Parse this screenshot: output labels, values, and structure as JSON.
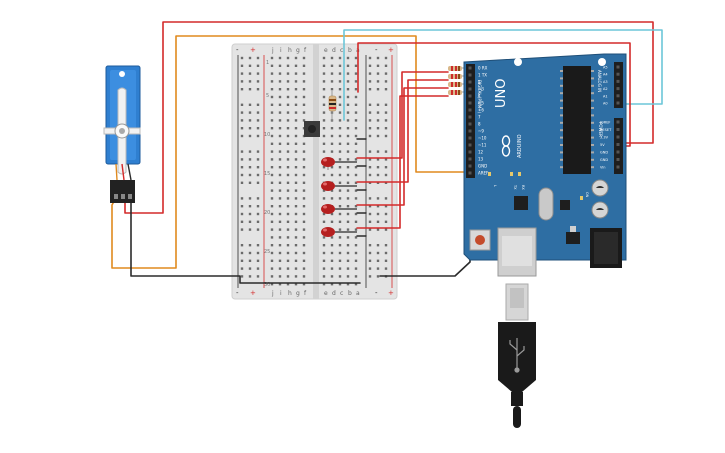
{
  "arduino": {
    "brand": "ARDUINO",
    "model": "UNO",
    "digital_header": "DIGITAL (PWM~)",
    "analog_header": "ANALOG IN",
    "power_header": "POWER",
    "digital_pins": [
      "0 RX",
      "1 TX",
      "2",
      "~3",
      "4",
      "~5",
      "~6",
      "7",
      "8",
      "~9",
      "~10",
      "~11",
      "12",
      "13",
      "GND",
      "AREF"
    ],
    "analog_pins": [
      "A5",
      "A4",
      "A3",
      "A2",
      "A1",
      "A0"
    ],
    "power_pins": [
      "IOREF",
      "RESET",
      "3.3V",
      "5V",
      "GND",
      "GND",
      "Vin"
    ],
    "leds": [
      "L",
      "TX",
      "RX"
    ],
    "on_label": "ON"
  },
  "breadboard": {
    "col_letters_top": [
      "j",
      "i",
      "h",
      "g",
      "f",
      "e",
      "d",
      "c",
      "b",
      "a"
    ],
    "col_letters_bottom": [
      "a",
      "b",
      "c",
      "d",
      "e",
      "f",
      "g",
      "h",
      "i",
      "j"
    ],
    "row_numbers": [
      "1",
      "5",
      "10",
      "15",
      "20",
      "25",
      "30"
    ],
    "rail_plus": "+",
    "rail_minus": "-"
  },
  "components": {
    "servo": "servo-motor",
    "pushbutton": "pushbutton",
    "resistors": 5,
    "red_leds": 4
  },
  "colors": {
    "wire_red": "#d42a2a",
    "wire_orange": "#e08a1e",
    "wire_black": "#2b2b2b",
    "wire_cyan": "#6cc6d8",
    "arduino_blue": "#2e6ea3",
    "servo_blue": "#2f7fd0",
    "breadboard": "#e6e6e6"
  }
}
